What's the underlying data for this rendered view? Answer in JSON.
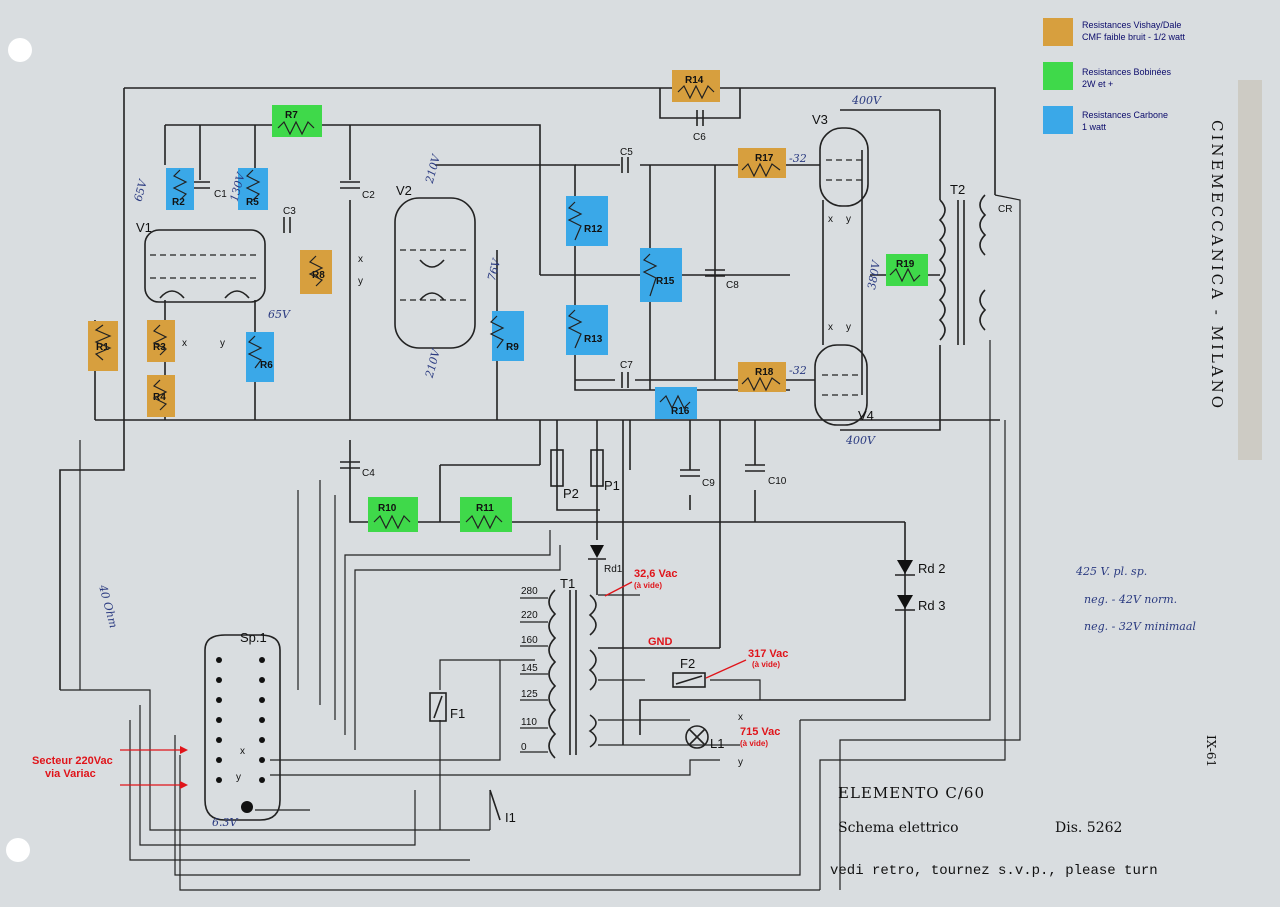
{
  "legend": {
    "items": [
      {
        "color": "#d79f3e",
        "line1": "Resistances Vishay/Dale",
        "line2": "CMF faible bruit - 1/2 watt"
      },
      {
        "color": "#3fd94a",
        "line1": "Resistances Bobinées",
        "line2": "2W et +"
      },
      {
        "color": "#3aa8e8",
        "line1": "Resistances Carbone",
        "line2": "1 watt"
      }
    ]
  },
  "brand": {
    "vertical": "CINEMECCANICA - MILANO",
    "sheet_no": "IX-61"
  },
  "title_block": {
    "element": "ELEMENTO C/60",
    "subtitle": "Schema elettrico",
    "drawing": "Dis. 5262",
    "note": "vedi retro, tournez s.v.p., please turn"
  },
  "resistors": {
    "R1": "R1",
    "R2": "R2",
    "R3": "R3",
    "R4": "R4",
    "R5": "R5",
    "R6": "R6",
    "R7": "R7",
    "R8": "R8",
    "R9": "R9",
    "R10": "R10",
    "R11": "R11",
    "R12": "R12",
    "R13": "R13",
    "R14": "R14",
    "R15": "R15",
    "R16": "R16",
    "R17": "R17",
    "R18": "R18",
    "R19": "R19"
  },
  "components": {
    "C1": "C1",
    "C2": "C2",
    "C3": "C3",
    "C4": "C4",
    "C5": "C5",
    "C6": "C6",
    "C7": "C7",
    "C8": "C8",
    "C9": "C9",
    "C10": "C10",
    "V1": "V1",
    "V2": "V2",
    "V3": "V3",
    "V4": "V4",
    "T1": "T1",
    "T2": "T2",
    "P1": "P1",
    "P2": "P2",
    "F1": "F1",
    "F2": "F2",
    "L1": "L1",
    "I1": "I1",
    "Rd1": "Rd1",
    "Rd2": "Rd 2",
    "Rd3": "Rd 3",
    "Sp1": "Sp.1",
    "CR": "CR"
  },
  "transformer_taps": [
    "280",
    "220",
    "160",
    "145",
    "125",
    "110",
    "0"
  ],
  "annotations": {
    "v32": "32,6 Vac",
    "v32_sub": "(à vide)",
    "gnd": "GND",
    "v317": "317 Vac",
    "v317_sub": "(à vide)",
    "v715": "715 Vac",
    "v715_sub": "(à vide)",
    "mains1": "Secteur 220Vac",
    "mains2": "via Variac"
  },
  "handwritten": {
    "v65": "65V",
    "v130": "130V",
    "v210": "210V",
    "v65b": "65V",
    "v210b": "210V",
    "v76": "76V",
    "v400a": "400V",
    "v400b": "400V",
    "v380": "380V",
    "m32a": "-32",
    "m32b": "-32",
    "v63": "6.3V",
    "note1": "425 V. pl. sp.",
    "note2": "neg. - 42V norm.",
    "note3": "neg. - 32V minimaal",
    "side": "40 Ohm"
  },
  "pins": {
    "x": "x",
    "y": "y"
  },
  "colors": {
    "paper": "#d9dde0",
    "ink": "#222222",
    "red": "#e0141a",
    "orange": "#d79f3e",
    "green": "#3fd94a",
    "blue": "#3aa8e8"
  }
}
